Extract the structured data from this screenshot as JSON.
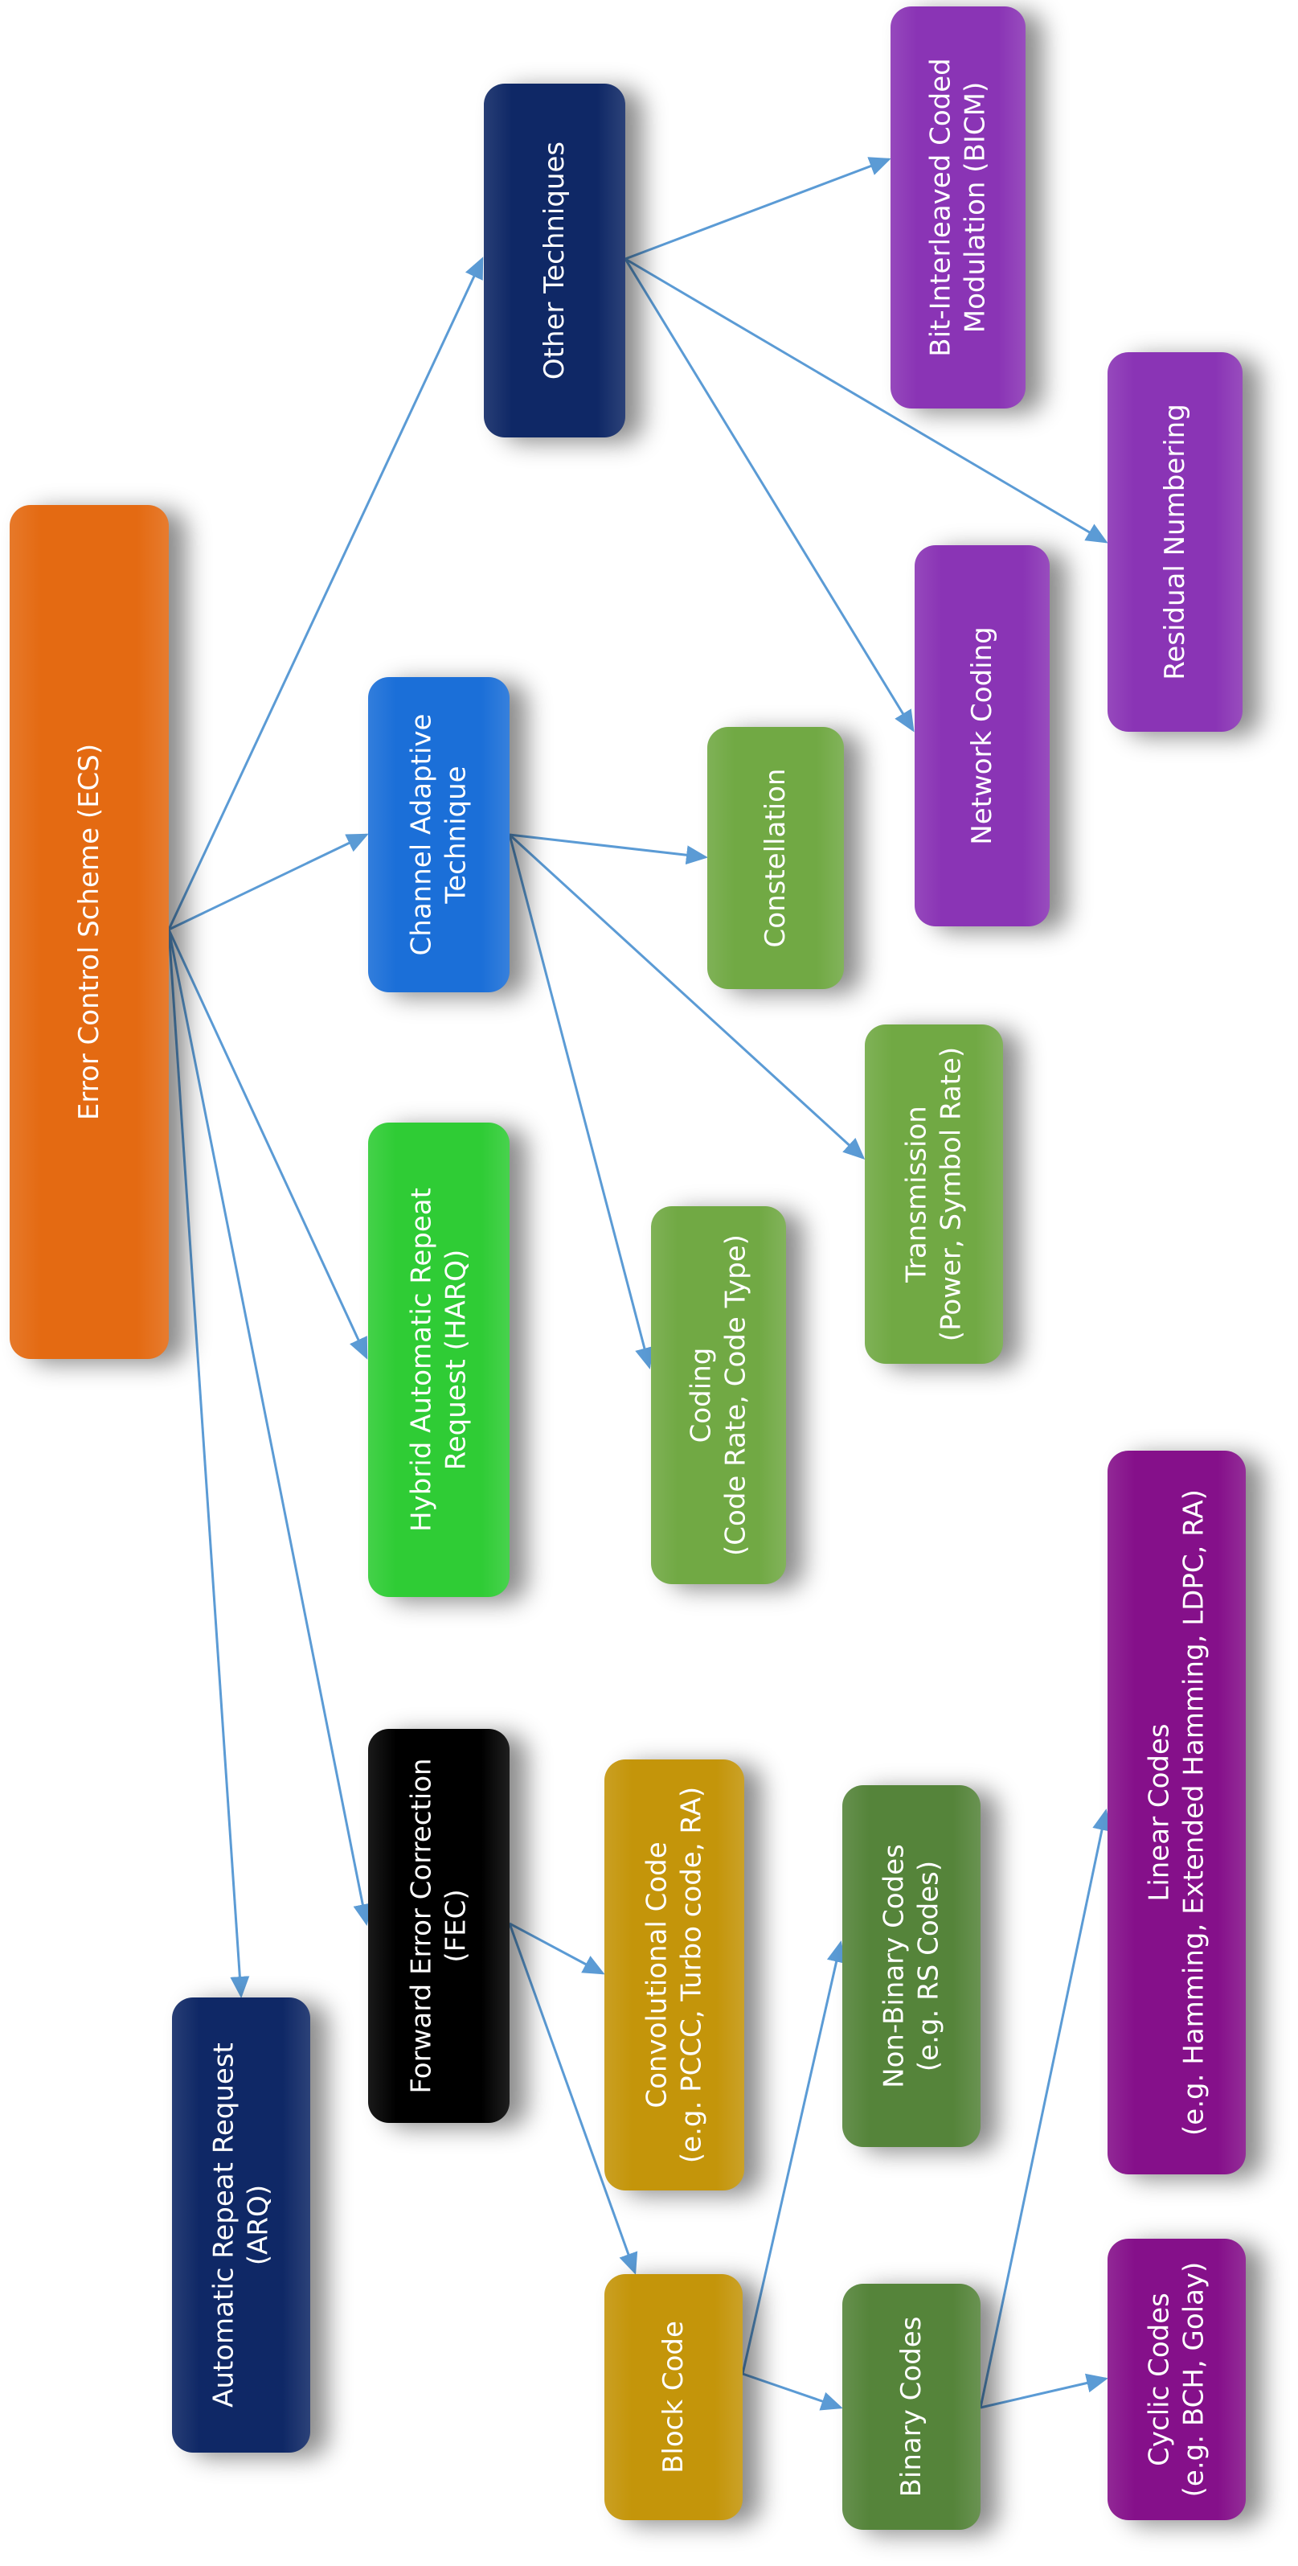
{
  "colors": {
    "arrow": "#5b9bd5",
    "orange": "#e46a12",
    "navy": "#0f2866",
    "blue": "#1b6fd8",
    "green": "#2fcc35",
    "lightgreen": "#71a944",
    "black": "#000000",
    "gold": "#c4950a",
    "darkgreen": "#55843a",
    "purple": "#8a34b5",
    "magenta": "#85108a"
  },
  "nodes": [
    {
      "id": "ecs",
      "name": "error-control-scheme-node",
      "color": "orange",
      "lines": [
        "Error Control Scheme (ECS)"
      ]
    },
    {
      "id": "other",
      "name": "other-techniques-node",
      "color": "navy",
      "lines": [
        "Other Techniques"
      ]
    },
    {
      "id": "bicm",
      "name": "bicm-node",
      "color": "purple",
      "lines": [
        "Bit-Interleaved Coded",
        "Modulation (BICM)"
      ]
    },
    {
      "id": "residual",
      "name": "residual-numbering-node",
      "color": "purple",
      "lines": [
        "Residual Numbering"
      ]
    },
    {
      "id": "network",
      "name": "network-coding-node",
      "color": "purple",
      "lines": [
        "Network Coding"
      ]
    },
    {
      "id": "cat",
      "name": "channel-adaptive-technique-node",
      "color": "blue",
      "lines": [
        "Channel Adaptive",
        "Technique"
      ]
    },
    {
      "id": "constellation",
      "name": "constellation-node",
      "color": "lightgreen",
      "lines": [
        "Constellation"
      ]
    },
    {
      "id": "transmission",
      "name": "transmission-node",
      "color": "lightgreen",
      "lines": [
        "Transmission",
        "(Power, Symbol Rate)"
      ]
    },
    {
      "id": "coding",
      "name": "coding-node",
      "color": "lightgreen",
      "lines": [
        "Coding",
        "(Code Rate, Code Type)"
      ]
    },
    {
      "id": "harq",
      "name": "harq-node",
      "color": "green",
      "lines": [
        "Hybrid Automatic Repeat",
        "Request (HARQ)"
      ]
    },
    {
      "id": "fec",
      "name": "forward-error-correction-node",
      "color": "black",
      "lines": [
        "Forward Error Correction",
        "(FEC)"
      ]
    },
    {
      "id": "conv",
      "name": "convolutional-code-node",
      "color": "gold",
      "lines": [
        "Convolutional Code",
        "(e.g. PCCC, Turbo code, RA)"
      ]
    },
    {
      "id": "block",
      "name": "block-code-node",
      "color": "gold",
      "lines": [
        "Block Code"
      ]
    },
    {
      "id": "arq",
      "name": "automatic-repeat-request-node",
      "color": "navy",
      "lines": [
        "Automatic Repeat Request",
        "(ARQ)"
      ]
    },
    {
      "id": "nonbinary",
      "name": "non-binary-codes-node",
      "color": "darkgreen",
      "lines": [
        "Non-Binary Codes",
        "(e.g. RS Codes)"
      ]
    },
    {
      "id": "binary",
      "name": "binary-codes-node",
      "color": "darkgreen",
      "lines": [
        "Binary Codes"
      ]
    },
    {
      "id": "linear",
      "name": "linear-codes-node",
      "color": "magenta",
      "lines": [
        "Linear Codes",
        "(e.g. Hamming, Extended Hamming, LDPC, RA)"
      ]
    },
    {
      "id": "cyclic",
      "name": "cyclic-codes-node",
      "color": "magenta",
      "lines": [
        "Cyclic Codes",
        "(e.g. BCH, Golay)"
      ]
    }
  ],
  "edges": [
    {
      "from": "ecs",
      "to": "other"
    },
    {
      "from": "ecs",
      "to": "cat"
    },
    {
      "from": "ecs",
      "to": "harq"
    },
    {
      "from": "ecs",
      "to": "fec"
    },
    {
      "from": "ecs",
      "to": "arq"
    },
    {
      "from": "other",
      "to": "bicm"
    },
    {
      "from": "other",
      "to": "residual"
    },
    {
      "from": "other",
      "to": "network"
    },
    {
      "from": "cat",
      "to": "constellation"
    },
    {
      "from": "cat",
      "to": "transmission"
    },
    {
      "from": "cat",
      "to": "coding"
    },
    {
      "from": "fec",
      "to": "conv"
    },
    {
      "from": "fec",
      "to": "block"
    },
    {
      "from": "block",
      "to": "nonbinary"
    },
    {
      "from": "block",
      "to": "binary"
    },
    {
      "from": "binary",
      "to": "linear"
    },
    {
      "from": "binary",
      "to": "cyclic"
    }
  ]
}
